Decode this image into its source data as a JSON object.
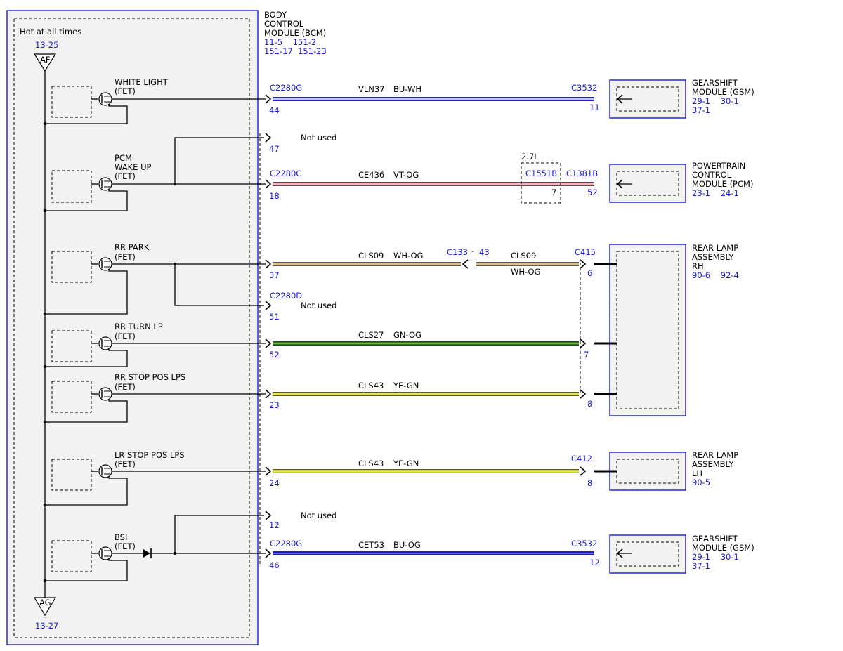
{
  "bcm": {
    "title_lines": [
      "BODY",
      "CONTROL",
      "MODULE (BCM)"
    ],
    "refs_lines": [
      "11-5    151-2",
      "151-17  151-23"
    ],
    "hot_label": "Hot at all times",
    "af_ref": "13-25",
    "af_label": "AF",
    "ag_label": "AG",
    "ag_ref": "13-27"
  },
  "switches": [
    {
      "id": "white-light",
      "lines": [
        "WHITE LIGHT",
        "(FET)"
      ]
    },
    {
      "id": "pcm-wake-up",
      "lines": [
        "PCM",
        "WAKE UP",
        "(FET)"
      ]
    },
    {
      "id": "rr-park",
      "lines": [
        "RR PARK",
        "(FET)"
      ]
    },
    {
      "id": "rr-turn-lp",
      "lines": [
        "RR TURN LP",
        "(FET)"
      ]
    },
    {
      "id": "rr-stop-pos-lps",
      "lines": [
        "RR STOP POS LPS",
        "(FET)"
      ]
    },
    {
      "id": "lr-stop-pos-lps",
      "lines": [
        "LR STOP POS LPS",
        "(FET)"
      ]
    },
    {
      "id": "bsi",
      "lines": [
        "BSI",
        "(FET)"
      ]
    }
  ],
  "connectors": {
    "c2280g_top": "C2280G",
    "c2280c": "C2280C",
    "c2280d": "C2280D",
    "c2280g_bottom": "C2280G",
    "c3532_top": "C3532",
    "c1551b": "C1551B",
    "c1381b": "C1381B",
    "engine_option": "2.7L",
    "c133": "C133",
    "c133_dash": "-",
    "c133_pin": "43",
    "c415": "C415",
    "c412": "C412",
    "c3532_bottom": "C3532"
  },
  "pins": {
    "p44": "44",
    "p47": "47",
    "p18": "18",
    "p37": "37",
    "p51": "51",
    "p52": "52",
    "p23": "23",
    "p24": "24",
    "p12": "12",
    "p46": "46",
    "r11": "11",
    "r7_c1551b": "7",
    "r52": "52",
    "r6": "6",
    "r7": "7",
    "r8_top": "8",
    "r8_lh": "8",
    "r12": "12"
  },
  "not_used": {
    "a": "Not used",
    "b": "Not used",
    "c": "Not used"
  },
  "wires": [
    {
      "id": "vln37",
      "circuit": "VLN37",
      "color_code": "BU-WH",
      "base": "#1a1adb",
      "stripe": "#ffffff"
    },
    {
      "id": "ce436",
      "circuit": "CE436",
      "color_code": "VT-OG",
      "base": "#e78fa0",
      "stripe": "#f6c4cc"
    },
    {
      "id": "cls09",
      "circuit": "CLS09",
      "color_code": "WH-OG",
      "base": "#efe1c4",
      "stripe": "#e1b470",
      "circuit_right": "CLS09",
      "color_code_right": "WH-OG"
    },
    {
      "id": "cls27",
      "circuit": "CLS27",
      "color_code": "GN-OG",
      "base": "#1f7d1f",
      "stripe": "#8ec24a"
    },
    {
      "id": "cls43-rh",
      "circuit": "CLS43",
      "color_code": "YE-GN",
      "base": "#c9cf2a",
      "stripe": "#eeee70"
    },
    {
      "id": "cls43-lh",
      "circuit": "CLS43",
      "color_code": "YE-GN",
      "base": "#c9cf2a",
      "stripe": "#eeee70"
    },
    {
      "id": "cet53",
      "circuit": "CET53",
      "color_code": "BU-OG",
      "base": "#1a1adb",
      "stripe": "#7f7ff0"
    }
  ],
  "modules": {
    "gsm_top": {
      "lines": [
        "GEARSHIFT",
        "MODULE (GSM)"
      ],
      "refs": [
        "29-1    30-1",
        "37-1"
      ]
    },
    "pcm": {
      "lines": [
        "POWERTRAIN",
        "CONTROL",
        "MODULE (PCM)"
      ],
      "refs": [
        "23-1    24-1"
      ]
    },
    "rear_rh": {
      "lines": [
        "REAR LAMP",
        "ASSEMBLY",
        "RH"
      ],
      "refs": [
        "90-6    92-4"
      ]
    },
    "rear_lh": {
      "lines": [
        "REAR LAMP",
        "ASSEMBLY",
        "LH"
      ],
      "refs": [
        "90-5"
      ]
    },
    "gsm_bottom": {
      "lines": [
        "GEARSHIFT",
        "MODULE (GSM)"
      ],
      "refs": [
        "29-1    30-1",
        "37-1"
      ]
    }
  },
  "colors": {
    "blue_text": "#1a1adb",
    "outline_blue": "#1a1adb",
    "panel": "#f2f2f2"
  }
}
